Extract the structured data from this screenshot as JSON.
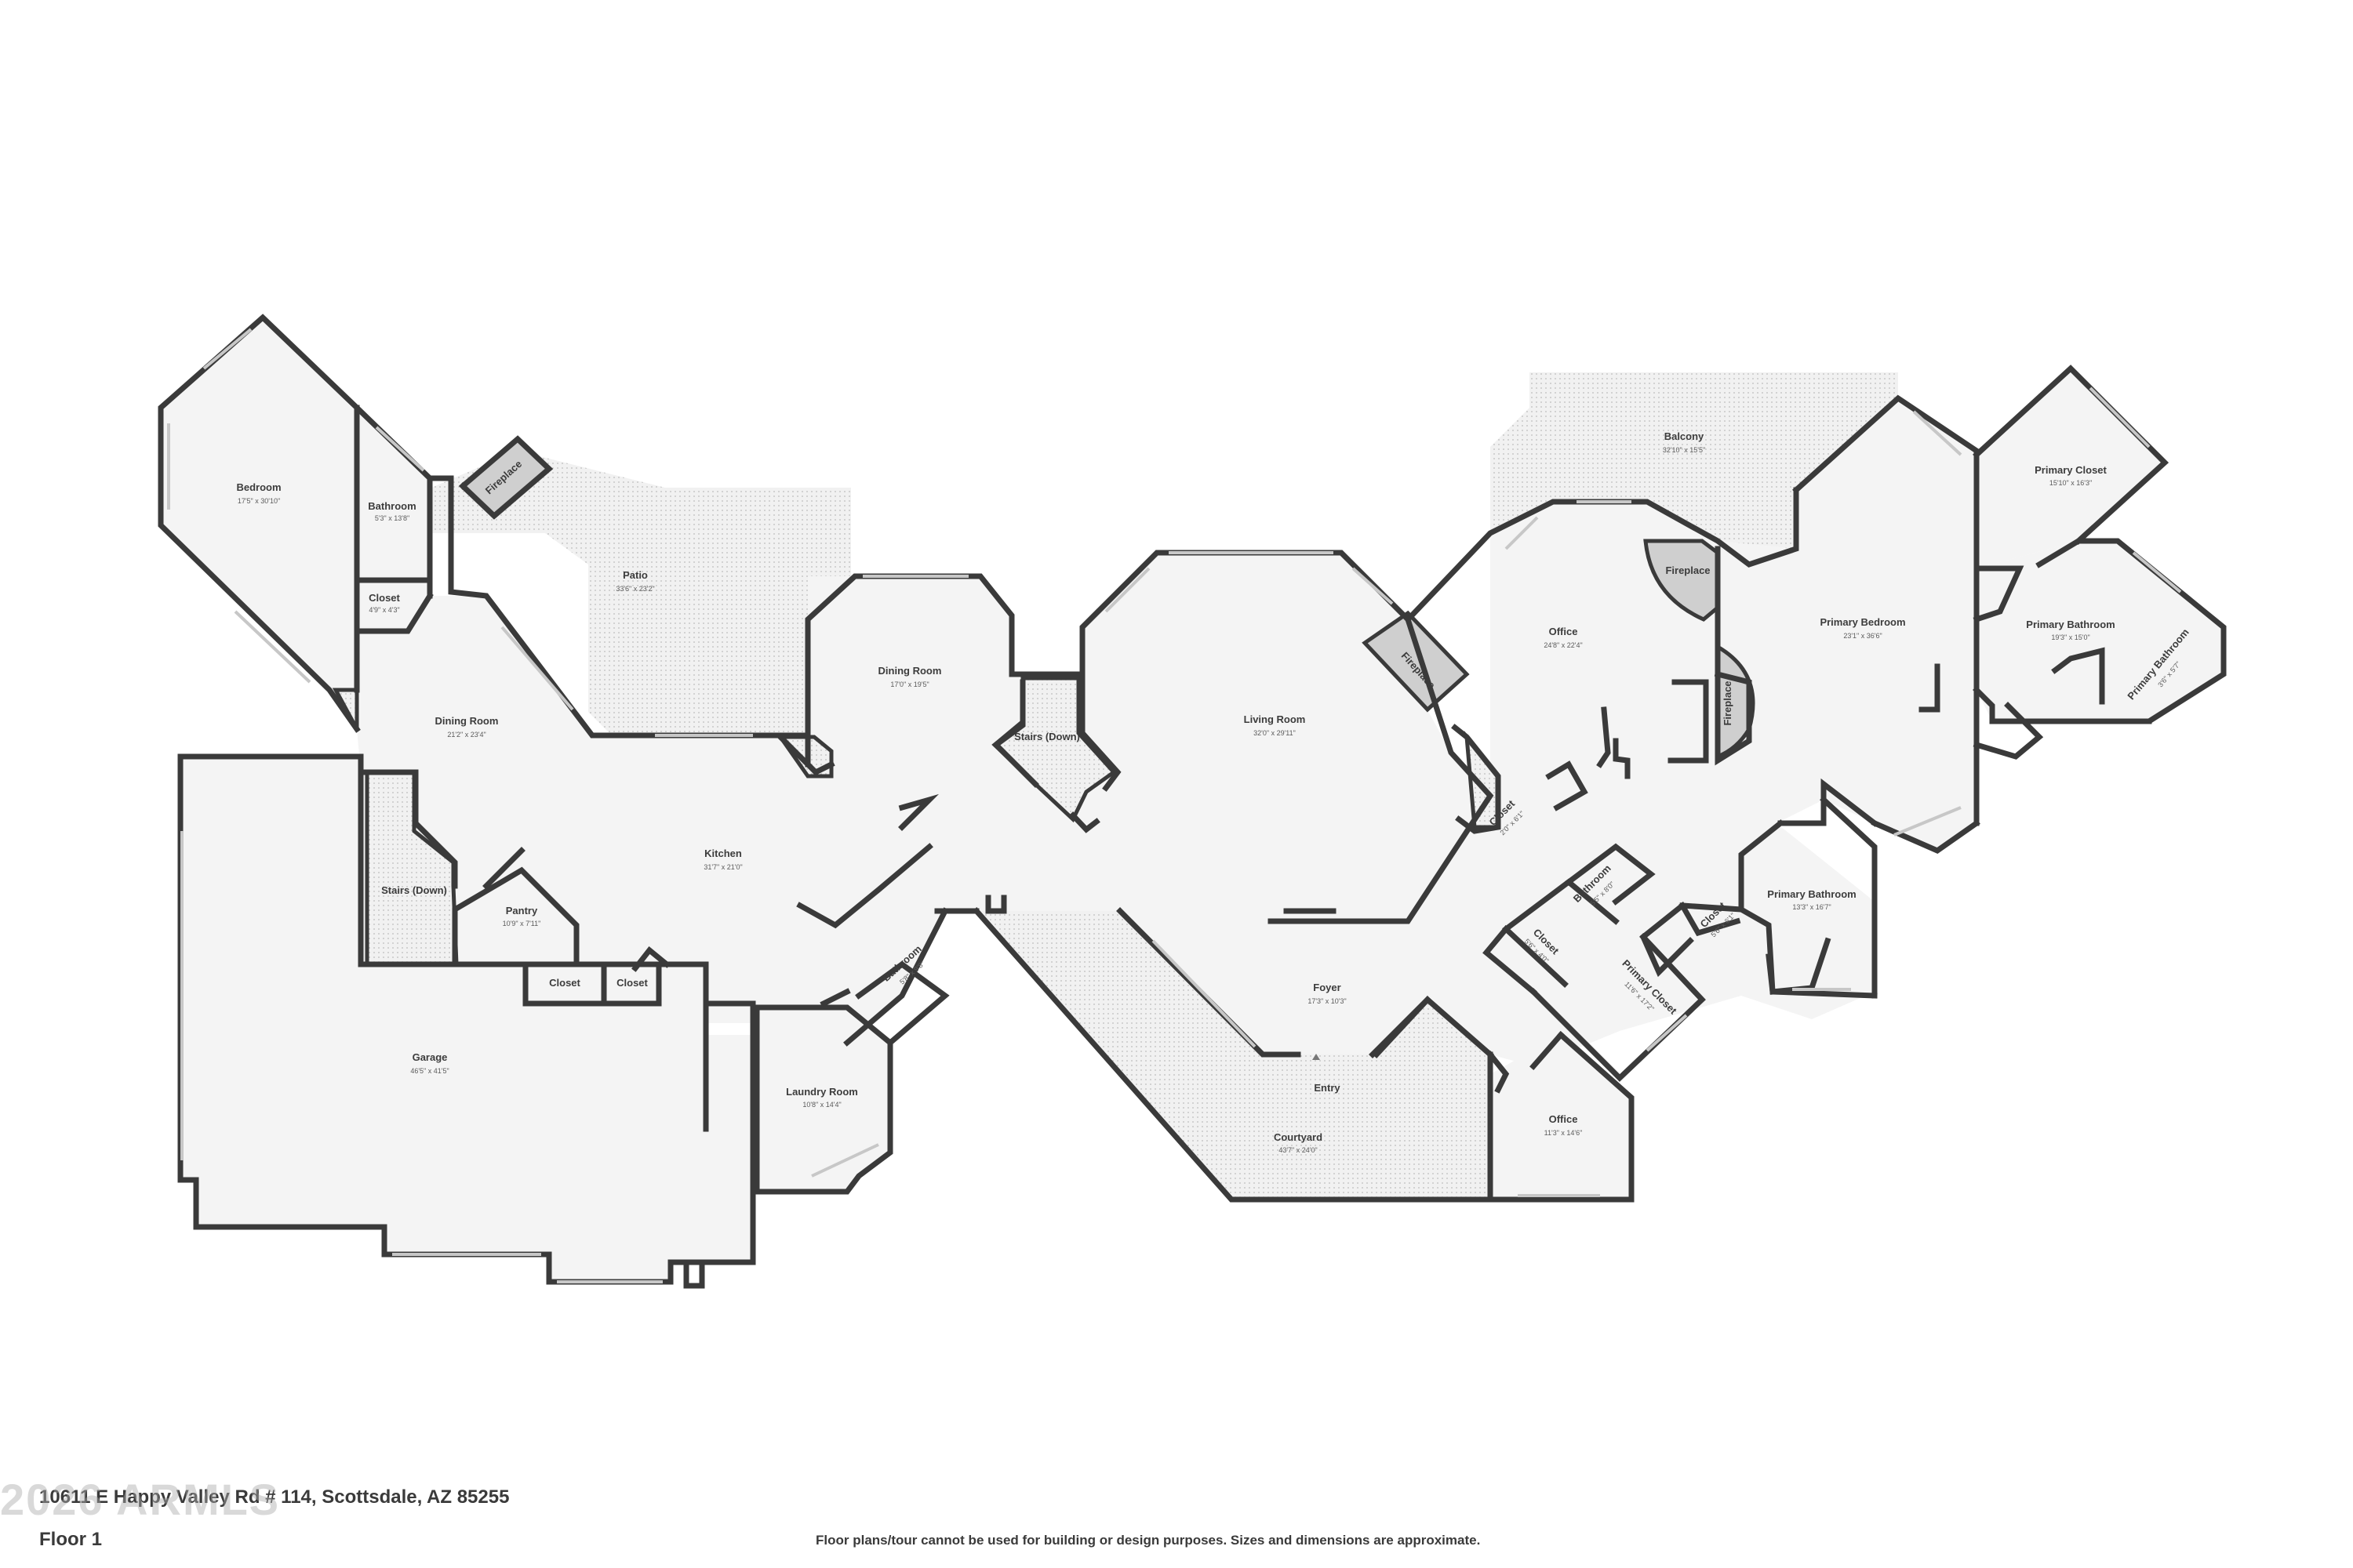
{
  "plan": {
    "address": "10611 E Happy Valley Rd # 114, Scottsdale, AZ 85255",
    "floor": "Floor 1",
    "disclaimer": "Floor plans/tour cannot be used for building or design purposes. Sizes and dimensions are approximate.",
    "watermark": "2026 ARMLS"
  },
  "rooms": {
    "bedroom": {
      "name": "Bedroom",
      "dim": "17'5\" x 30'10\""
    },
    "bath_w": {
      "name": "Bathroom",
      "dim": "5'3\" x 13'8\""
    },
    "closet_w": {
      "name": "Closet",
      "dim": "4'9\" x 4'3\""
    },
    "patio": {
      "name": "Patio",
      "dim": "33'6\" x 23'2\""
    },
    "fp_patio": {
      "name": "Fireplace"
    },
    "dining_w": {
      "name": "Dining Room",
      "dim": "21'2\" x 23'4\""
    },
    "dining_c": {
      "name": "Dining Room",
      "dim": "17'0\" x 19'5\""
    },
    "stairs_c": {
      "name": "Stairs (Down)"
    },
    "living": {
      "name": "Living Room",
      "dim": "32'0\" x 29'11\""
    },
    "fp_living": {
      "name": "Fireplace"
    },
    "office_n": {
      "name": "Office",
      "dim": "24'8\" x 22'4\""
    },
    "balcony": {
      "name": "Balcony",
      "dim": "32'10\" x 15'5\""
    },
    "fp_office": {
      "name": "Fireplace"
    },
    "fp_primary": {
      "name": "Fireplace"
    },
    "primary_bed": {
      "name": "Primary Bedroom",
      "dim": "23'1\" x 36'6\""
    },
    "primary_closet_ne": {
      "name": "Primary Closet",
      "dim": "15'10\" x 16'3\""
    },
    "primary_bath_e": {
      "name": "Primary Bathroom",
      "dim": "19'3\" x 15'0\""
    },
    "primary_bath_small": {
      "name": "Primary Bathroom",
      "dim": "3'6\" x 5'7\""
    },
    "stairs_w": {
      "name": "Stairs (Down)"
    },
    "pantry": {
      "name": "Pantry",
      "dim": "10'9\" x 7'11\""
    },
    "kitchen": {
      "name": "Kitchen",
      "dim": "31'7\" x 21'0\""
    },
    "closet_a": {
      "name": "Closet"
    },
    "closet_b": {
      "name": "Closet"
    },
    "garage": {
      "name": "Garage",
      "dim": "46'5\" x 41'5\""
    },
    "laundry": {
      "name": "Laundry Room",
      "dim": "10'8\" x 14'4\""
    },
    "bath_c": {
      "name": "Bathroom",
      "dim": "5'8\" x 9'8\""
    },
    "foyer": {
      "name": "Foyer",
      "dim": "17'3\" x 10'3\""
    },
    "entry": {
      "name": "Entry"
    },
    "courtyard": {
      "name": "Courtyard",
      "dim": "43'7\" x 24'0\""
    },
    "closet_c": {
      "name": "Closet",
      "dim": "2'0\" x 6'1\""
    },
    "closet_d": {
      "name": "Closet",
      "dim": "5'6\" x 4'0\""
    },
    "bath_e": {
      "name": "Bathroom",
      "dim": "5'5\" x 8'0\""
    },
    "primary_closet_s": {
      "name": "Primary Closet",
      "dim": "11'6\" x 17'2\""
    },
    "closet_e": {
      "name": "Closet",
      "dim": "5'6\" x 6'1\""
    },
    "primary_bath_s": {
      "name": "Primary Bathroom",
      "dim": "13'3\" x 16'7\""
    },
    "office_s": {
      "name": "Office",
      "dim": "11'3\" x 14'6\""
    }
  }
}
